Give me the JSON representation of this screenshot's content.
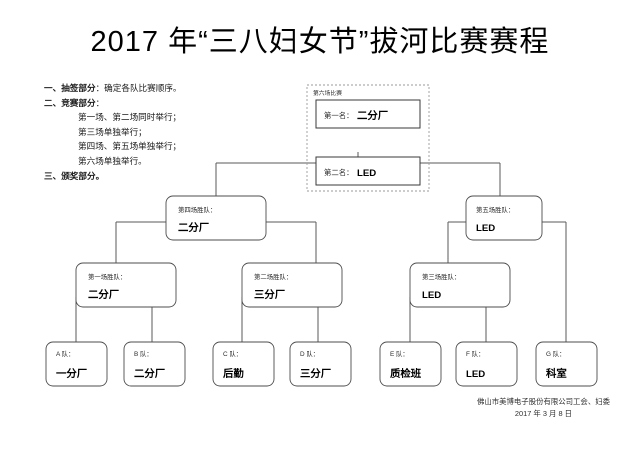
{
  "page": {
    "title": "2017 年“三八妇女节”拔河比赛赛程",
    "background_color": "#ffffff",
    "line_color": "#5a5a5a"
  },
  "instructions": {
    "items": [
      {
        "head": "一、抽签部分",
        "desc": "：确定各队比赛顺序。"
      },
      {
        "head": "二、竞赛部分",
        "desc": "："
      },
      {
        "head": "三、颁奖部分。",
        "desc": ""
      }
    ],
    "sub_items": [
      "第一场、第二场同时举行；",
      "第三场单独举行；",
      "第四场、第五场单独举行；",
      "第六场单独举行。"
    ]
  },
  "final_group": {
    "caption": "第六场比赛",
    "first": {
      "label": "第一名：",
      "value": "二分厂"
    },
    "second": {
      "label": "第二名：",
      "value": "LED"
    }
  },
  "bracket": {
    "semifinals": [
      {
        "name": "match4-winner",
        "label": "第四场胜队：",
        "value": "二分厂"
      },
      {
        "name": "match5-winner",
        "label": "第五场胜队：",
        "value": "LED"
      }
    ],
    "quarterfinals": [
      {
        "name": "match1-winner",
        "label": "第一场胜队：",
        "value": "二分厂"
      },
      {
        "name": "match2-winner",
        "label": "第二场胜队：",
        "value": "三分厂"
      },
      {
        "name": "match3-winner",
        "label": "第三场胜队：",
        "value": "LED"
      }
    ],
    "teams": [
      {
        "name": "team-a",
        "label": "A 队：",
        "value": "一分厂"
      },
      {
        "name": "team-b",
        "label": "B 队：",
        "value": "二分厂"
      },
      {
        "name": "team-c",
        "label": "C 队：",
        "value": "后勤"
      },
      {
        "name": "team-d",
        "label": "D 队：",
        "value": "三分厂"
      },
      {
        "name": "team-e",
        "label": "E 队：",
        "value": "质检班"
      },
      {
        "name": "team-f",
        "label": "F 队：",
        "value": "LED"
      },
      {
        "name": "team-g",
        "label": "G 队：",
        "value": "科室"
      }
    ]
  },
  "footer": {
    "organization": "佛山市美博电子股份有限公司工会、妇委",
    "date": "2017 年 3 月 8 日"
  }
}
